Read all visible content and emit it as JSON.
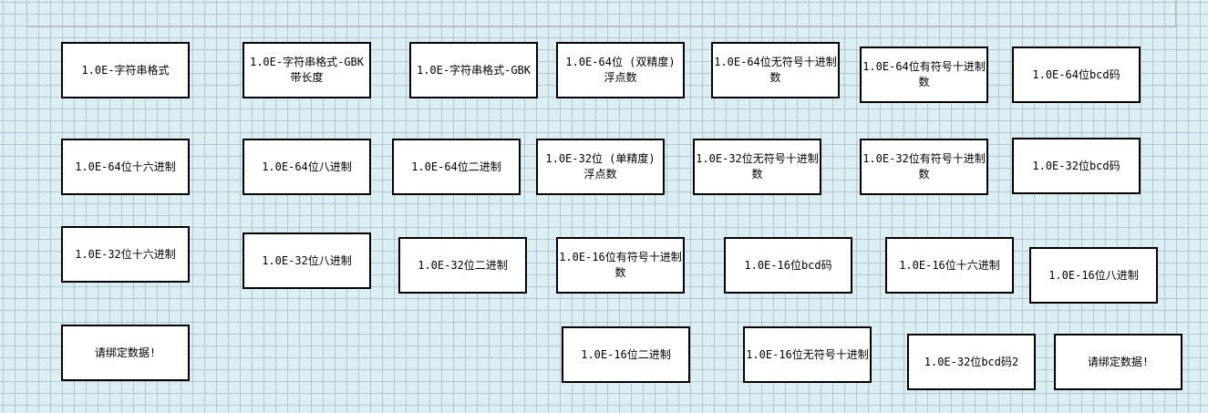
{
  "labels": [
    "1.0E-字符串格式",
    "1.0E-字符串格式-GBK带长度",
    "1.0E-字符串格式-GBK",
    "1.0E-64位 (双精度) 浮点数",
    "1.0E-64位无符号十进制数",
    "1.0E-64位有符号十进制数",
    "1.0E-64位bcd码",
    "1.0E-64位十六进制",
    "1.0E-64位八进制",
    "1.0E-64位二进制",
    "1.0E-32位 (单精度) 浮点数",
    "1.0E-32位无符号十进制数",
    "1.0E-32位有符号十进制数",
    "1.0E-32位bcd码",
    "1.0E-32位十六进制",
    "1.0E-32位八进制",
    "1.0E-32位二进制",
    "1.0E-16位有符号十进制数",
    "1.0E-16位bcd码",
    "1.0E-16位十六进制",
    "1.0E-16位八进制",
    "请绑定数据!",
    "1.0E-16位二进制",
    "1.0E-16位无符号十进制",
    "1.0E-32位bcd码2",
    "请绑定数据!"
  ]
}
